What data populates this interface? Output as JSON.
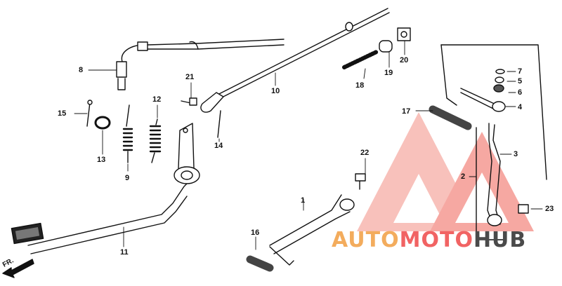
{
  "diagram": {
    "callouts": [
      {
        "id": "1",
        "label": "1"
      },
      {
        "id": "2",
        "label": "2"
      },
      {
        "id": "3",
        "label": "3"
      },
      {
        "id": "4",
        "label": "4"
      },
      {
        "id": "5",
        "label": "5"
      },
      {
        "id": "6",
        "label": "6"
      },
      {
        "id": "7",
        "label": "7"
      },
      {
        "id": "8",
        "label": "8"
      },
      {
        "id": "9",
        "label": "9"
      },
      {
        "id": "10",
        "label": "10"
      },
      {
        "id": "11",
        "label": "11"
      },
      {
        "id": "12",
        "label": "12"
      },
      {
        "id": "13",
        "label": "13"
      },
      {
        "id": "14",
        "label": "14"
      },
      {
        "id": "15",
        "label": "15"
      },
      {
        "id": "16",
        "label": "16"
      },
      {
        "id": "17",
        "label": "17"
      },
      {
        "id": "18",
        "label": "18"
      },
      {
        "id": "19",
        "label": "19"
      },
      {
        "id": "20",
        "label": "20"
      },
      {
        "id": "21",
        "label": "21"
      },
      {
        "id": "22",
        "label": "22"
      },
      {
        "id": "23",
        "label": "23"
      }
    ],
    "direction_label": "FR.",
    "watermark": {
      "part1": "AUTO",
      "part2": "MOTO",
      "part3": "HUB",
      "color_primary": "#f3ac5d",
      "color_secondary": "#f16363",
      "color_dark": "#4a4a4a"
    }
  }
}
